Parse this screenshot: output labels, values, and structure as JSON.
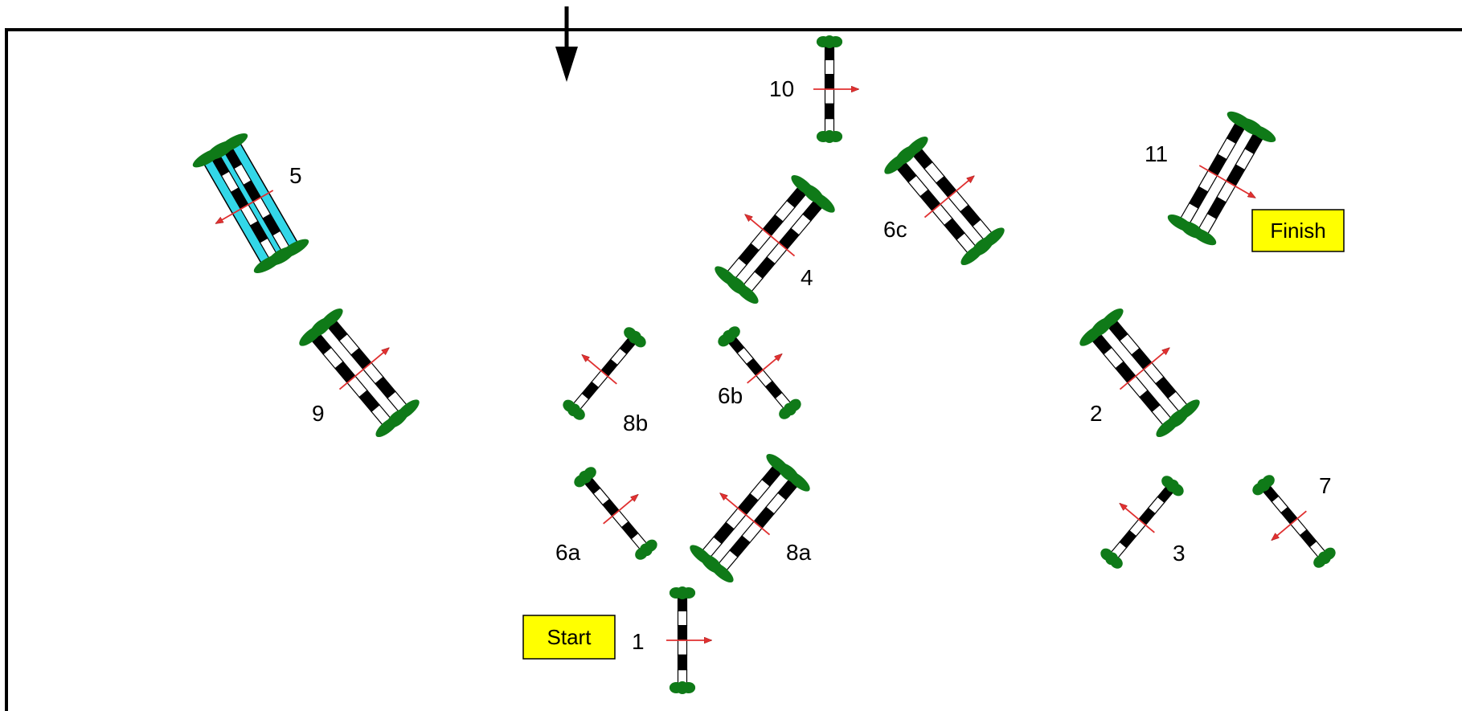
{
  "markers": {
    "start": "Start",
    "finish": "Finish"
  },
  "jumps": [
    {
      "label": "1",
      "type": "vertical"
    },
    {
      "label": "2",
      "type": "oxer"
    },
    {
      "label": "3",
      "type": "vertical"
    },
    {
      "label": "4",
      "type": "oxer"
    },
    {
      "label": "5",
      "type": "water"
    },
    {
      "label": "6a",
      "type": "vertical"
    },
    {
      "label": "6b",
      "type": "vertical"
    },
    {
      "label": "6c",
      "type": "oxer"
    },
    {
      "label": "7",
      "type": "vertical"
    },
    {
      "label": "8a",
      "type": "oxer"
    },
    {
      "label": "8b",
      "type": "vertical"
    },
    {
      "label": "9",
      "type": "oxer"
    },
    {
      "label": "10",
      "type": "vertical"
    },
    {
      "label": "11",
      "type": "oxer"
    }
  ],
  "colors": {
    "standard": "#0f7a18",
    "pole_dark": "#000000",
    "pole_light": "#ffffff",
    "direction_arrow": "#e03030",
    "water": "#33d7e8",
    "marker_fill": "#ffff00",
    "border": "#000000"
  }
}
